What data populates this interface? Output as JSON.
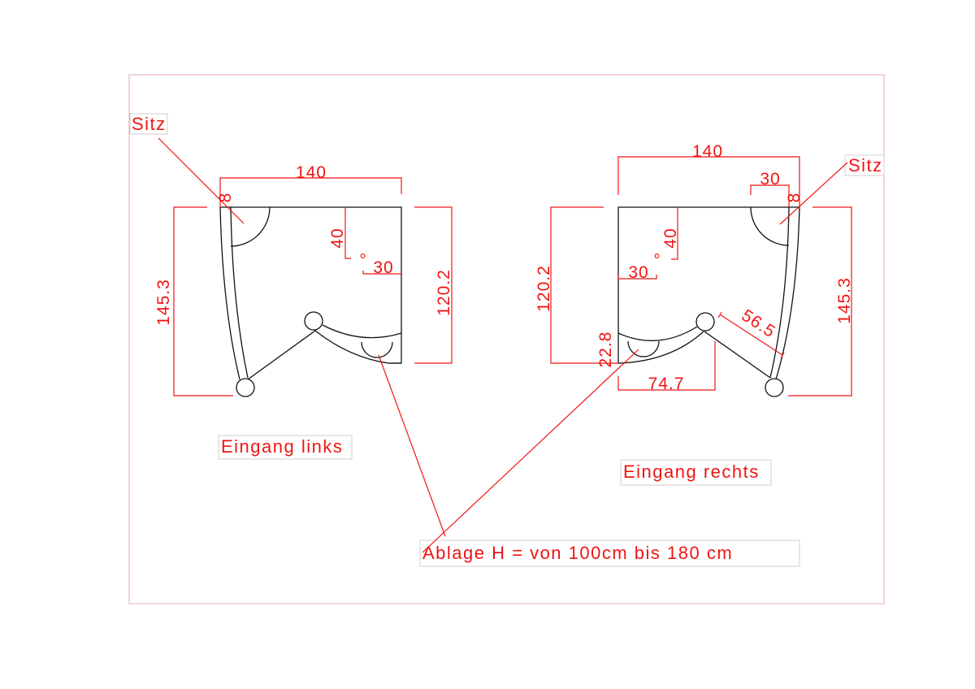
{
  "labels": {
    "sitz_left": "Sitz",
    "sitz_right": "Sitz",
    "entrance_left": "Eingang  links",
    "entrance_right": "Eingang  rechts",
    "shelf": "Ablage  H  =  von  100cm  bis  180  cm"
  },
  "left_plan": {
    "width": "140",
    "depth_total": "145.3",
    "depth_wall": "120.2",
    "offset_40": "40",
    "offset_30": "30",
    "degree": "°",
    "panel": "8"
  },
  "right_plan": {
    "width": "140",
    "seat_30": "30",
    "panel": "8",
    "depth_wall": "120.2",
    "offset_40": "40",
    "offset_30": "30",
    "degree": "°",
    "shelf_22_8": "22.8",
    "opening_74_7": "74.7",
    "door_56_5": "56.5",
    "depth_total": "145.3"
  }
}
